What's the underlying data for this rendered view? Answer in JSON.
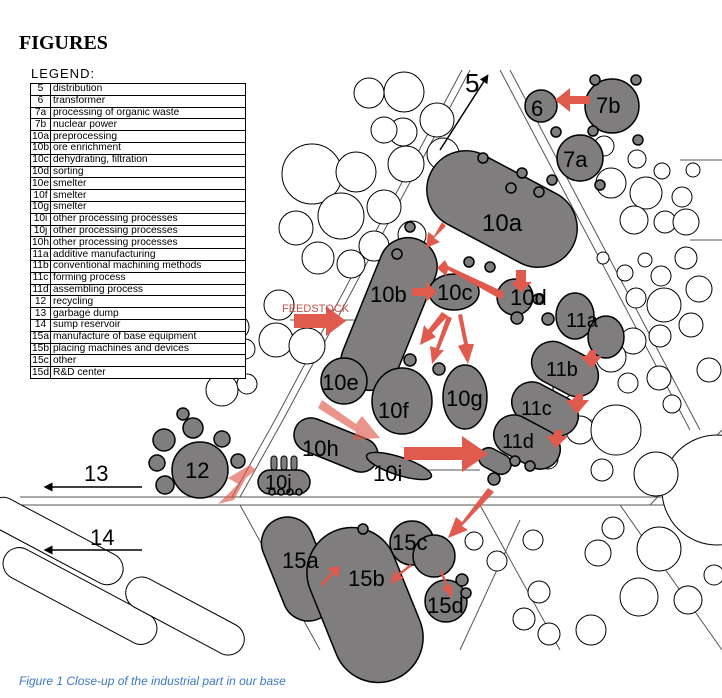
{
  "heading": "FIGURES",
  "legend_title": "LEGEND:",
  "legend": [
    {
      "code": "5",
      "label": "distribution"
    },
    {
      "code": "6",
      "label": "transformer"
    },
    {
      "code": "7a",
      "label": "processing of organic waste"
    },
    {
      "code": "7b",
      "label": "nuclear power"
    },
    {
      "code": "10a",
      "label": "preprocessing"
    },
    {
      "code": "10b",
      "label": "ore enrichment"
    },
    {
      "code": "10c",
      "label": "dehydrating, filtration"
    },
    {
      "code": "10d",
      "label": "sorting"
    },
    {
      "code": "10e",
      "label": "smelter"
    },
    {
      "code": "10f",
      "label": "smelter"
    },
    {
      "code": "10g",
      "label": "smelter"
    },
    {
      "code": "10i",
      "label": "other processing processes"
    },
    {
      "code": "10j",
      "label": "other processing processes"
    },
    {
      "code": "10h",
      "label": "other processing processes"
    },
    {
      "code": "11a",
      "label": "additive manufacturing"
    },
    {
      "code": "11b",
      "label": "conventional machining methods"
    },
    {
      "code": "11c",
      "label": "forming process"
    },
    {
      "code": "11d",
      "label": "assembling process"
    },
    {
      "code": "12",
      "label": "recycling"
    },
    {
      "code": "13",
      "label": "garbage dump"
    },
    {
      "code": "14",
      "label": "sump reservoir"
    },
    {
      "code": "15a",
      "label": "manufacture of base equipment"
    },
    {
      "code": "15b",
      "label": "placing machines and devices"
    },
    {
      "code": "15c",
      "label": "other"
    },
    {
      "code": "15d",
      "label": "R&D center"
    }
  ],
  "map_labels": {
    "l5": "5",
    "l6": "6",
    "l7b": "7b",
    "l7a": "7a",
    "l10a": "10a",
    "l10b": "10b",
    "l10c": "10c",
    "l10d": "10d",
    "l10e": "10e",
    "l10f": "10f",
    "l10g": "10g",
    "l10h": "10h",
    "l10i": "10i",
    "l10j": "10j",
    "l11a": "11a",
    "l11b": "11b",
    "l11c": "11c",
    "l11d": "11d",
    "l12": "12",
    "l13": "13",
    "l14": "14",
    "l15a": "15a",
    "l15b": "15b",
    "l15c": "15c",
    "l15d": "15d",
    "feedstock": "FEEDSTOCK"
  },
  "caption": "Figure 1 Close-up of the industrial part in our base",
  "colors": {
    "facility": "#7f7d7d",
    "arrow": "#e05a4e",
    "feedstock_text": "#c0504d",
    "caption": "#3c78c2"
  }
}
